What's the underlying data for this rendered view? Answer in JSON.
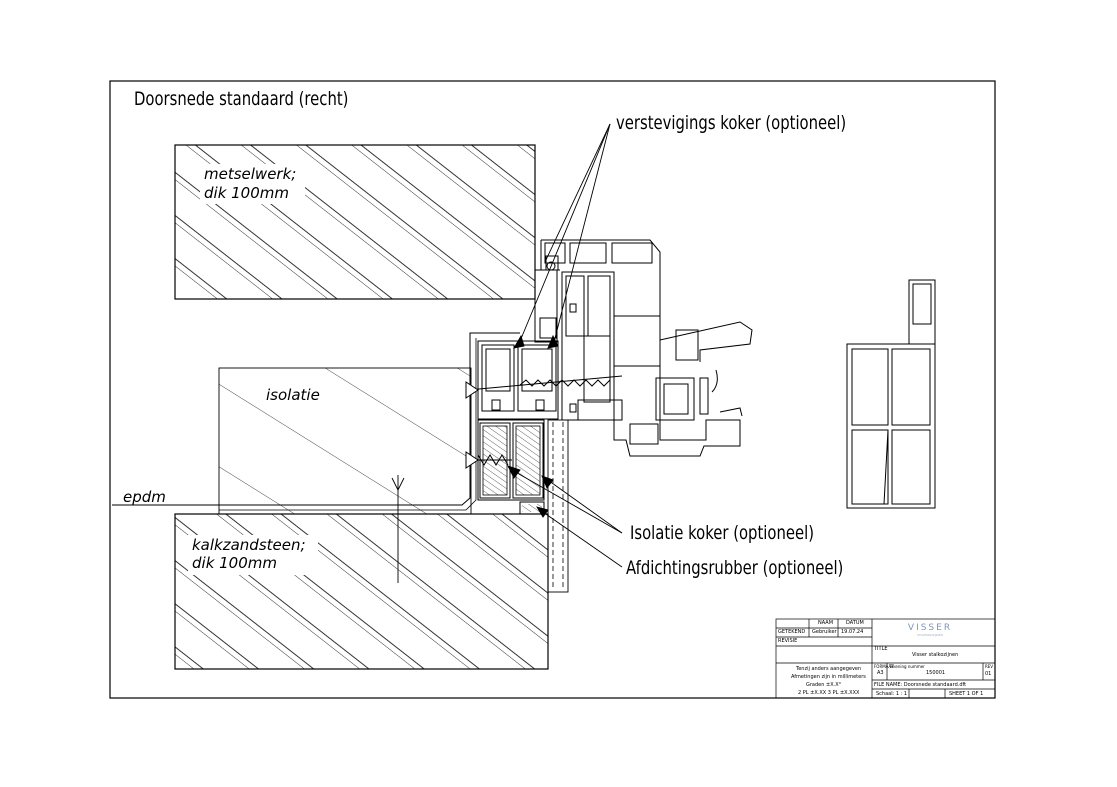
{
  "drawing_title": "Doorsnede standaard (recht)",
  "materials": {
    "masonry_top": [
      "metselwerk;",
      "dik 100mm"
    ],
    "insulation": "isolatie",
    "membrane": "epdm",
    "masonry_bottom": [
      "kalkzandsteen;",
      "dik 100mm"
    ]
  },
  "callouts": {
    "reinforcement": "verstevigings koker (optioneel)",
    "insulation_box": "Isolatie koker (optioneel)",
    "seal": "Afdichtingsrubber (optioneel)"
  },
  "title_block": {
    "col_name": "NAAM",
    "col_date": "DATUM",
    "drawn_label": "GETEKEND",
    "drawn_by": "Gebruiker",
    "drawn_date": "19.07.24",
    "revision_label": "REVISIE",
    "logo_text": "VISSER",
    "logo_subtext": "STALENKOZIJNEN",
    "title_label": "TITLE",
    "title_value": "Visser stalkozijnen",
    "tolerance_lines": [
      "Tenzij anders aangegeven",
      "Afmetingen zijn in millimeters",
      "Graden ±X.X°",
      "2 PL ±X.XX 3 PL ±X.XXX"
    ],
    "size_label": "FORMAAT",
    "size_value": "A3",
    "drawing_number_label": "Tekening nummer",
    "drawing_number": "150001",
    "rev_label": "REV",
    "rev_value": "01",
    "file_name": "FILE NAME: Doorsnede standaard.dft",
    "scale": "Schaal: 1 : 1",
    "sheet": "SHEET 1 OF 1"
  },
  "colors": {
    "line": "#000000",
    "logo": "#7f97b6",
    "paper": "#ffffff"
  }
}
